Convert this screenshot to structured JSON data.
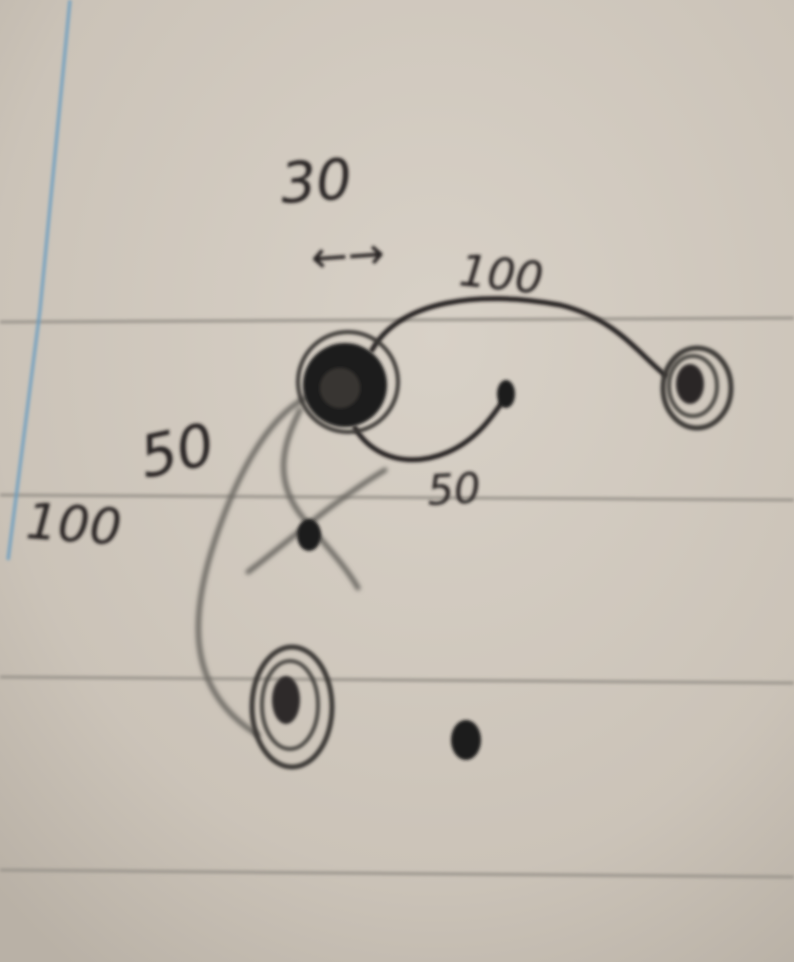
{
  "photo": {
    "subject": "handwritten sketch on lined notebook paper",
    "paper_color": "#cfc7bd",
    "rule_line_color": "#9a948c",
    "margin_line_color": "#6d9ec0",
    "ink_color": "#262422",
    "pencil_color": "#6a6762"
  },
  "annotations": {
    "top_number": "30",
    "top_arrow": "←→",
    "top_right_distance": "100",
    "middle_distance": "50",
    "left_distance": "50",
    "far_left_distance": "100"
  }
}
